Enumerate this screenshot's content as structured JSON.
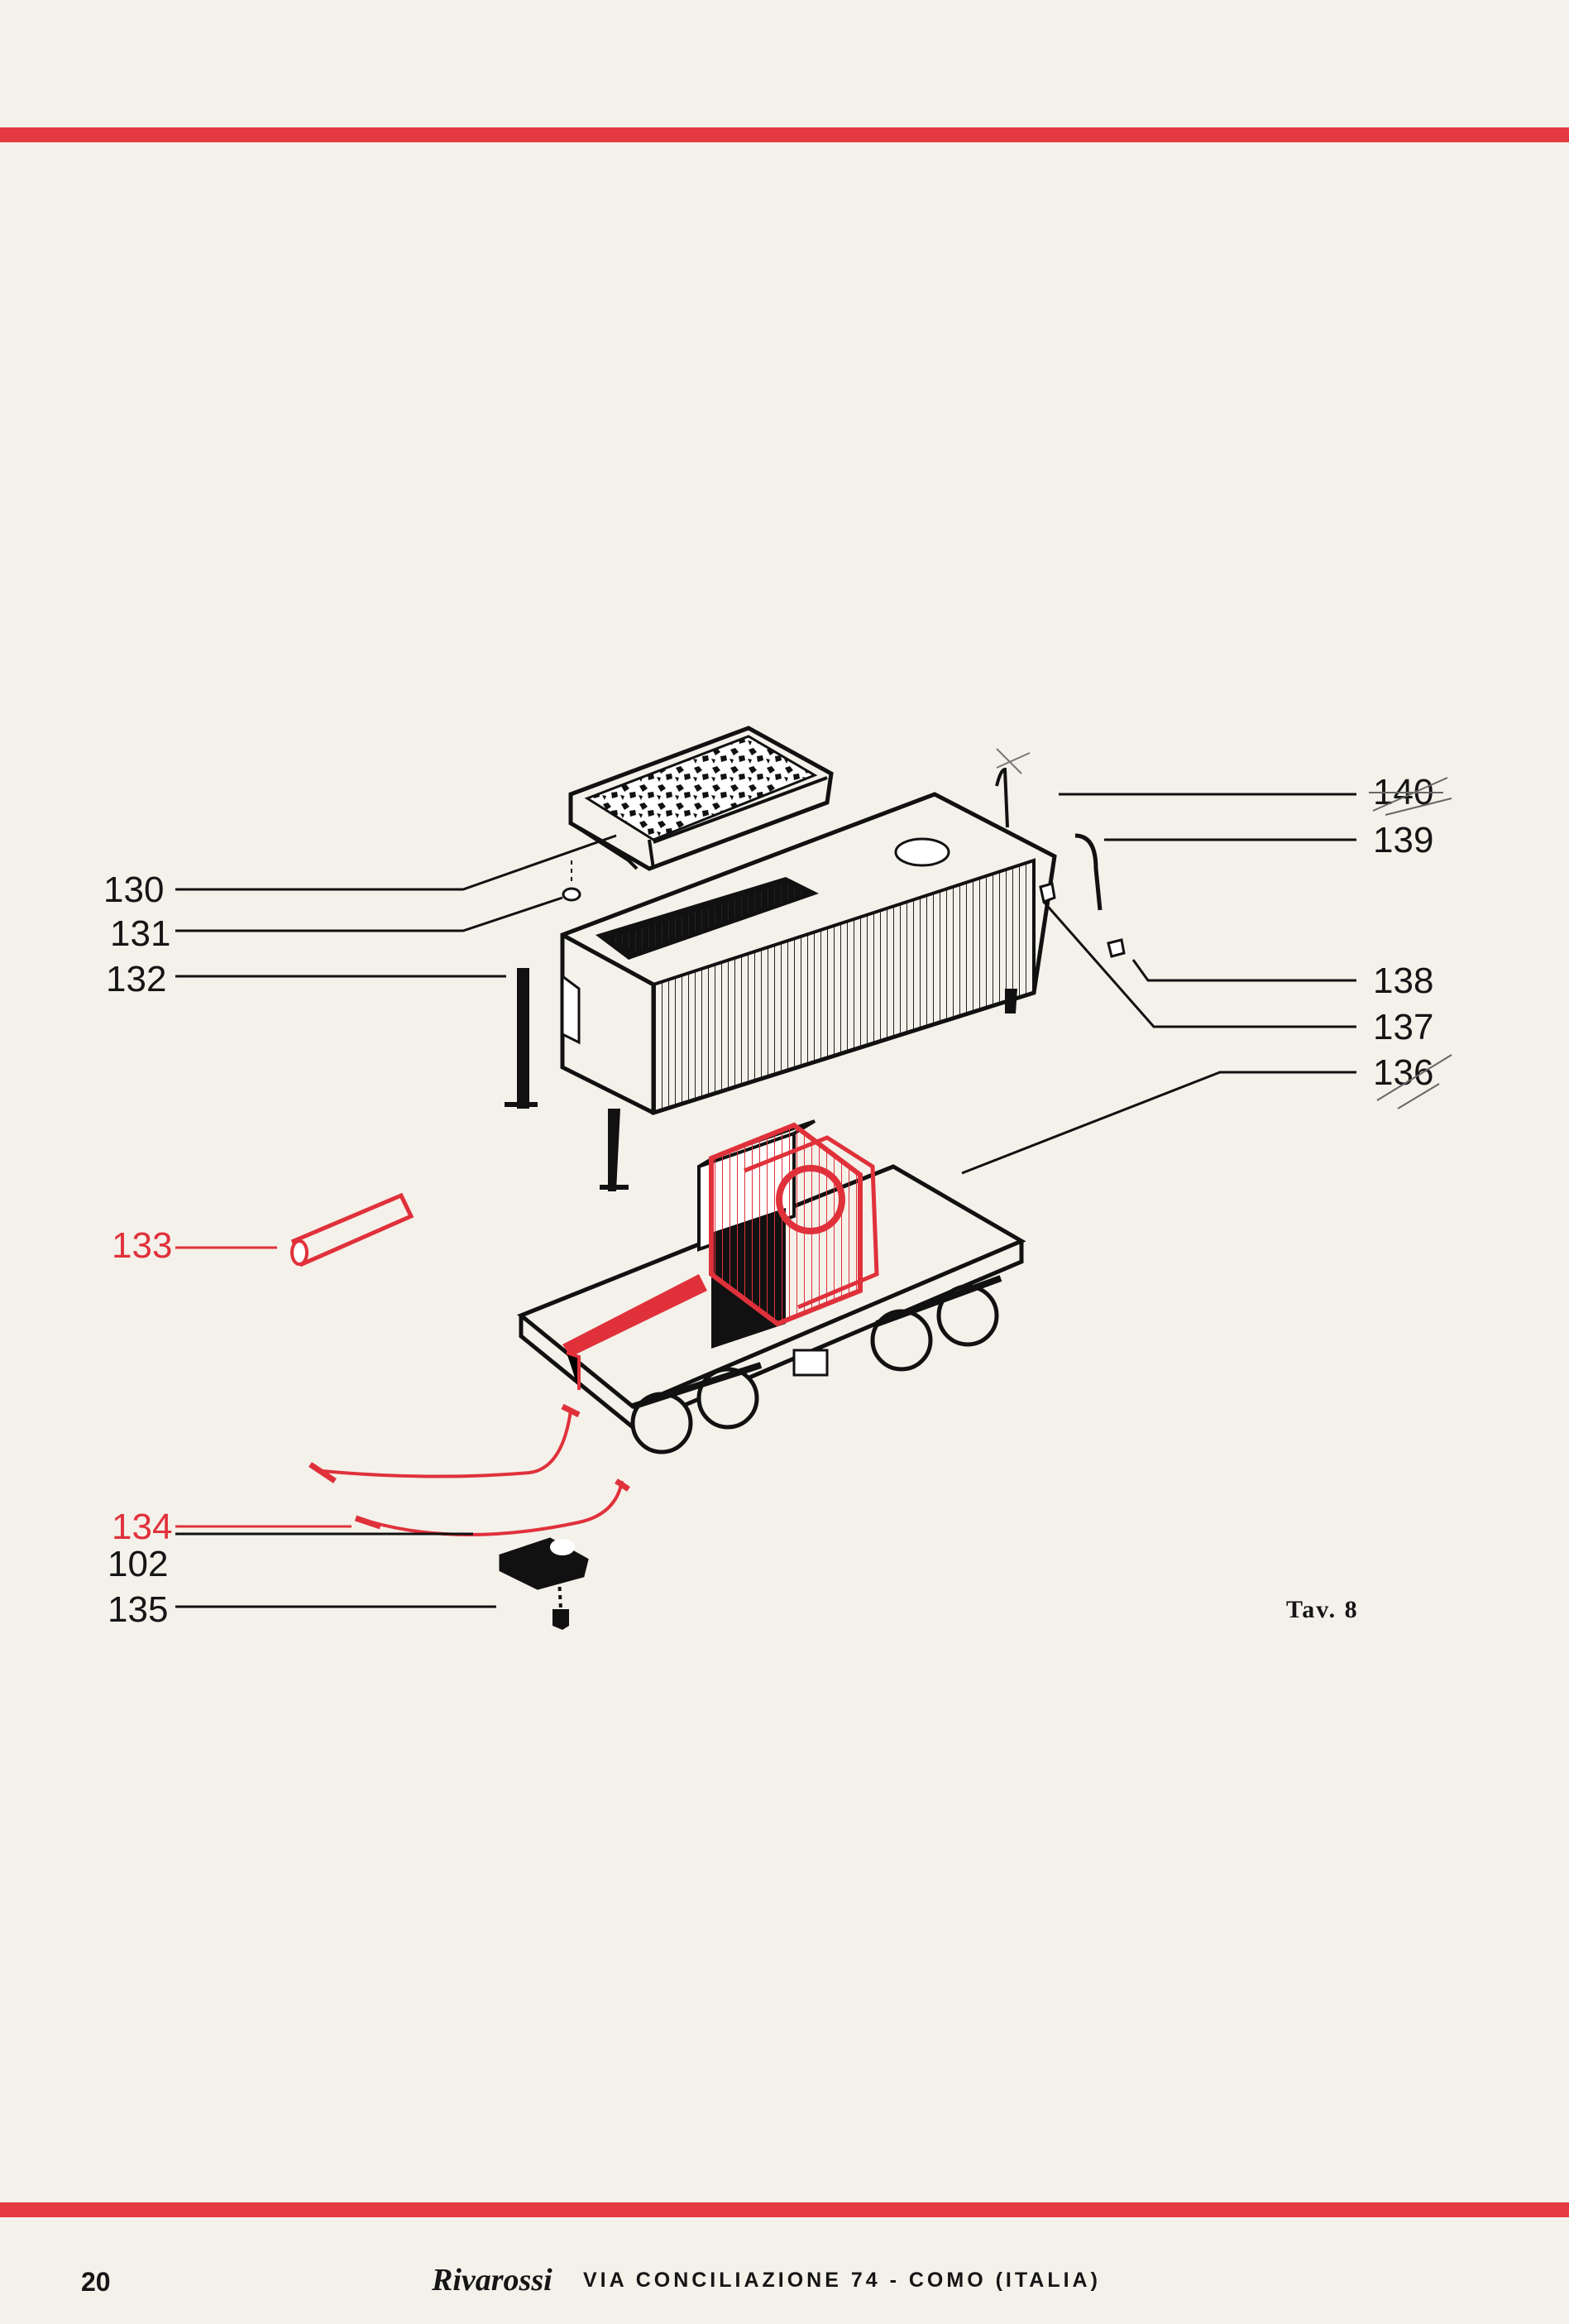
{
  "labels_left": [
    {
      "id": "130",
      "text": "130",
      "color": "#151515"
    },
    {
      "id": "131",
      "text": "131",
      "color": "#151515"
    },
    {
      "id": "132",
      "text": "132",
      "color": "#151515"
    },
    {
      "id": "133",
      "text": "133",
      "color": "#e0313b"
    },
    {
      "id": "134",
      "text": "134",
      "color": "#e0313b"
    },
    {
      "id": "102",
      "text": "102",
      "color": "#151515"
    },
    {
      "id": "135",
      "text": "135",
      "color": "#151515"
    }
  ],
  "labels_right": [
    {
      "id": "140",
      "text": "140"
    },
    {
      "id": "139",
      "text": "139"
    },
    {
      "id": "138",
      "text": "138"
    },
    {
      "id": "137",
      "text": "137"
    },
    {
      "id": "136",
      "text": "136"
    }
  ],
  "plate_label": "Tav. 8",
  "footer": {
    "page_number": "20",
    "brand": "Rivarossi",
    "address": "VIA CONCILIAZIONE 74 - COMO (ITALIA)"
  },
  "colors": {
    "accent_red": "#e53a42",
    "paper": "#f4f1ea",
    "ink": "#151515"
  }
}
